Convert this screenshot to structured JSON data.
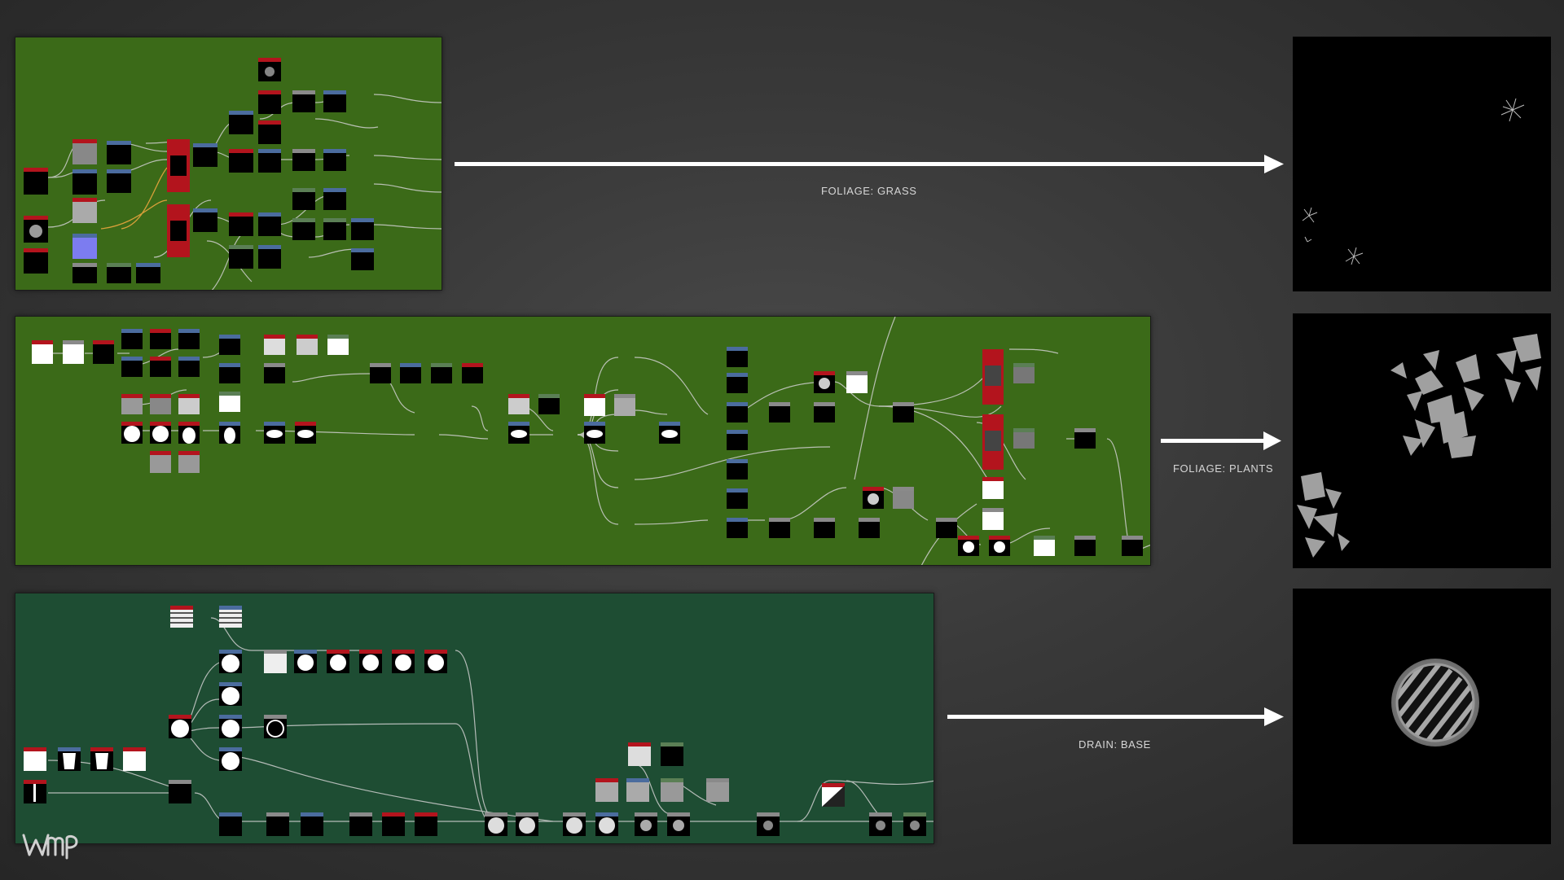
{
  "colors": {
    "background": "#333333",
    "graph_bg_grass": "#3b6a18",
    "graph_bg_plants": "#3b6a18",
    "graph_bg_drain": "#1e4d33",
    "node_header_red": "#b3141d",
    "node_header_blue": "#4b6c9e",
    "node_header_green": "#5b7f55",
    "node_header_gray": "#8a8a8a",
    "wire": "#c9c9c9",
    "wire_orange": "#d9a03a",
    "preview_bg": "#000000",
    "arrow": "#ffffff",
    "label": "#d6d6d6"
  },
  "rows": [
    {
      "id": "grass",
      "label": "FOLIAGE: GRASS"
    },
    {
      "id": "plants",
      "label": "FOLIAGE: PLANTS"
    },
    {
      "id": "drain",
      "label": "DRAIN: BASE"
    }
  ],
  "logo": {
    "icon": "wmp-logo-icon"
  }
}
